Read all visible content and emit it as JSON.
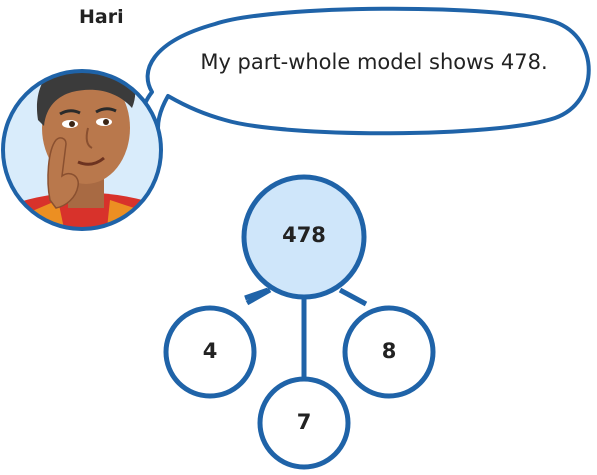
{
  "speaker": {
    "name": "Hari"
  },
  "speech_bubble": {
    "text": "My part-whole model shows 478."
  },
  "part_whole_model": {
    "whole": "478",
    "parts": [
      "4",
      "7",
      "8"
    ]
  },
  "colors": {
    "outline": "#1f63a8",
    "whole_fill": "#cfe6fa",
    "part_fill": "#ffffff",
    "avatar_bg": "#d9ecfb",
    "text": "#222222"
  }
}
